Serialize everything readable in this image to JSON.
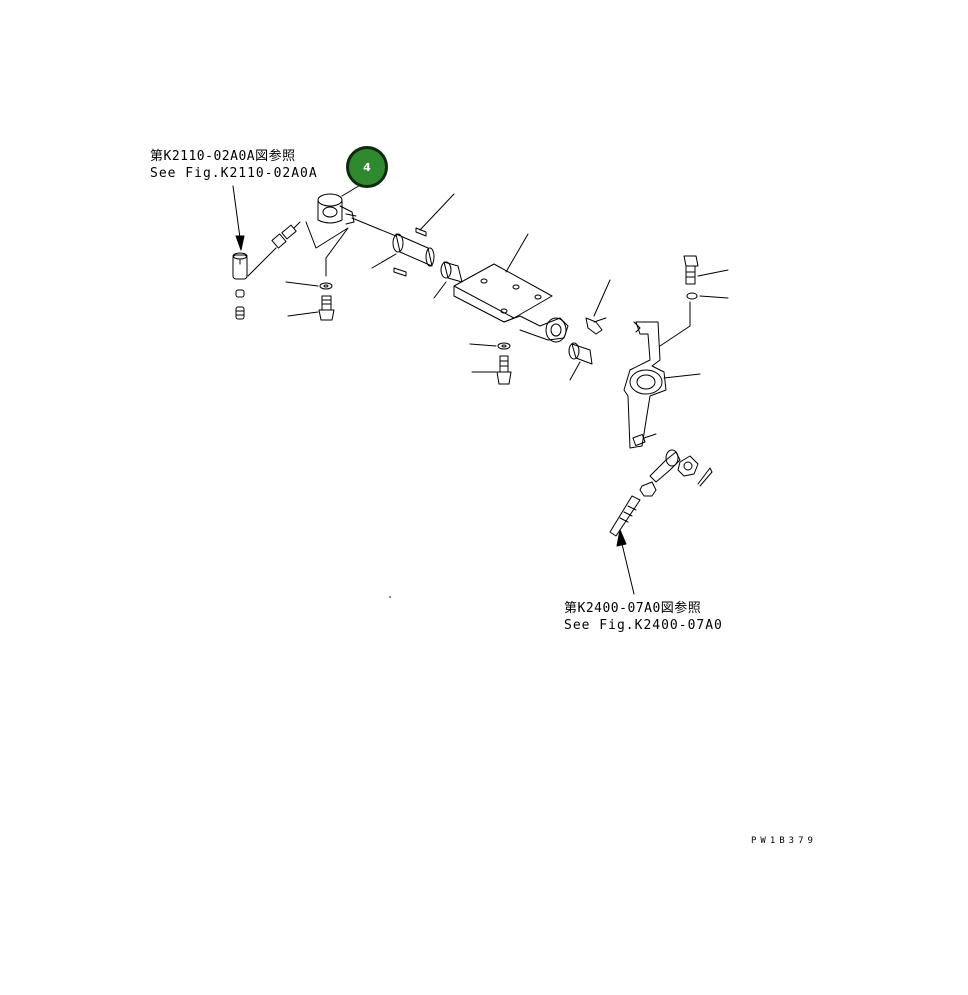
{
  "references": {
    "left": {
      "ja": "第K2110-02A0A図参照",
      "en": "See Fig.K2110-02A0A"
    },
    "right": {
      "ja": "第K2400-07A0図参照",
      "en": "See Fig.K2400-07A0"
    }
  },
  "callout": {
    "number": "4",
    "color": "#2f8a2f"
  },
  "drawing_id": "PW1B379"
}
